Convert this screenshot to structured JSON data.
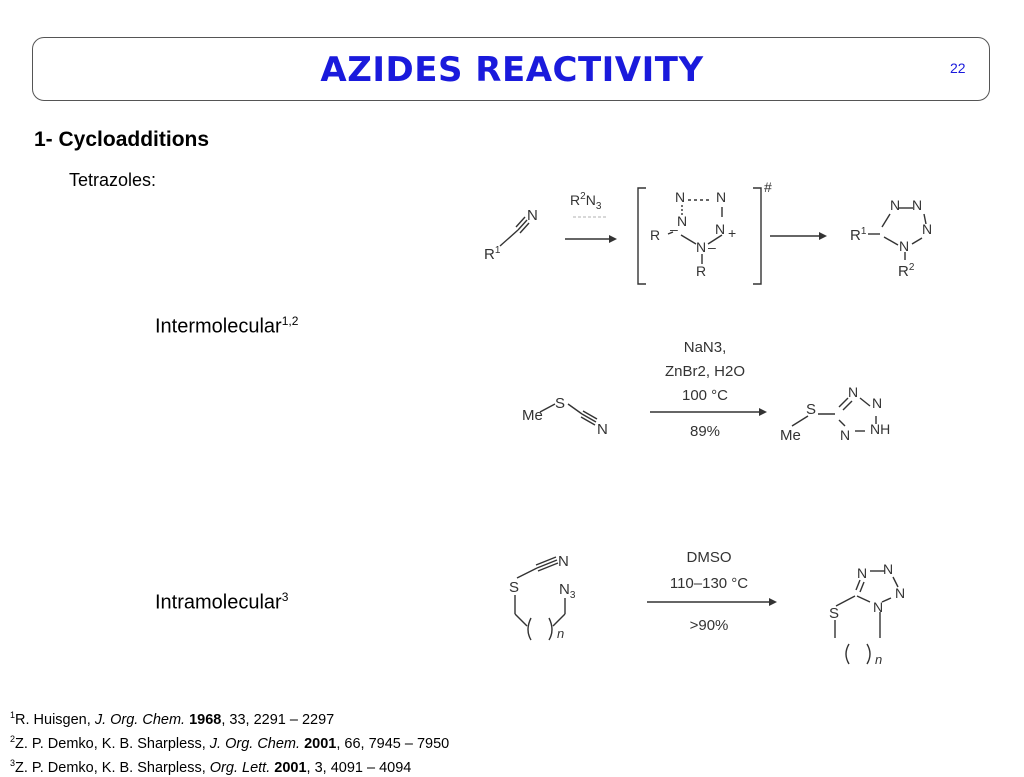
{
  "slide": {
    "title": "AZIDES REACTIVITY",
    "page_number": "22",
    "section_heading": "1- Cycloadditions",
    "subheading": "Tetrazoles:",
    "intermolecular_label": "Intermolecular",
    "intermolecular_sup": "1,2",
    "intramolecular_label": "Intramolecular",
    "intramolecular_sup": "3"
  },
  "scheme1": {
    "reagent": "R2N3",
    "ts_marker": "#"
  },
  "scheme2": {
    "conditions": [
      "NaN3,",
      "ZnBr2, H2O",
      "100 °C"
    ],
    "yield": "89%"
  },
  "scheme3": {
    "conditions": [
      "DMSO",
      "110–130 °C"
    ],
    "yield": ">90%"
  },
  "references": [
    {
      "num": "1",
      "authors": "R. Huisgen, ",
      "journal": "J. Org. Chem.",
      "year": "1968",
      "rest": ", 33, 2291 – 2297"
    },
    {
      "num": "2",
      "authors": "Z. P. Demko, K. B. Sharpless, ",
      "journal": "J. Org. Chem.",
      "year": "2001",
      "rest": ", 66, 7945 – 7950"
    },
    {
      "num": "3",
      "authors": "Z. P. Demko, K. B. Sharpless, ",
      "journal": "Org. Lett.",
      "year": "2001",
      "rest": ", 3, 4091 – 4094"
    }
  ]
}
